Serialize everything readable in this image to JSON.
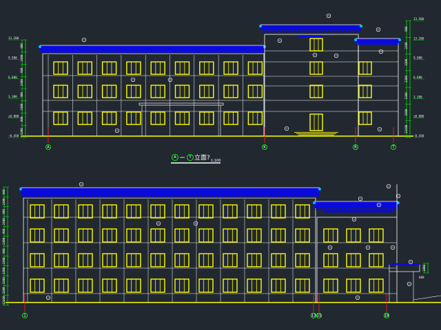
{
  "colors": {
    "background": "#212830",
    "outline": "#ffffff",
    "roof": "#0a0adc",
    "window": "#ffff00",
    "ground": "#ffff00",
    "axis_line": "#ff2020",
    "dim": "#00e000",
    "axis_bubble": "#00ff00"
  },
  "top_elevation": {
    "title": "A — T 立面?",
    "title_prefix": "A",
    "title_suffix": "T",
    "title_text": "立面?",
    "scale": "1:100",
    "axes": [
      "A",
      "K",
      "R",
      "T"
    ],
    "left_levels": [
      "13.200",
      "9.900",
      "6.600",
      "3.300",
      "±0.000",
      "-0.450"
    ],
    "right_levels": [
      "13.500",
      "13.200",
      "9.900",
      "6.600",
      "3.300",
      "±0.000",
      "-0.450"
    ],
    "left_dims": [
      "900",
      "2400",
      "900",
      "2400",
      "900",
      "2400",
      "900",
      "3300",
      "3300",
      "3300",
      "3300",
      "13200"
    ],
    "right_dims": [
      "900",
      "2400",
      "3300",
      "3300",
      "3300",
      "3300",
      "13200"
    ]
  },
  "bottom_elevation": {
    "axes": [
      "1",
      "13",
      "15",
      "18"
    ],
    "left_dims": [
      "900",
      "2400",
      "900",
      "2400",
      "900",
      "2400",
      "900",
      "2400",
      "3300",
      "3300",
      "3300",
      "13200",
      "600"
    ],
    "right_dims": [
      "1800",
      "800"
    ]
  }
}
